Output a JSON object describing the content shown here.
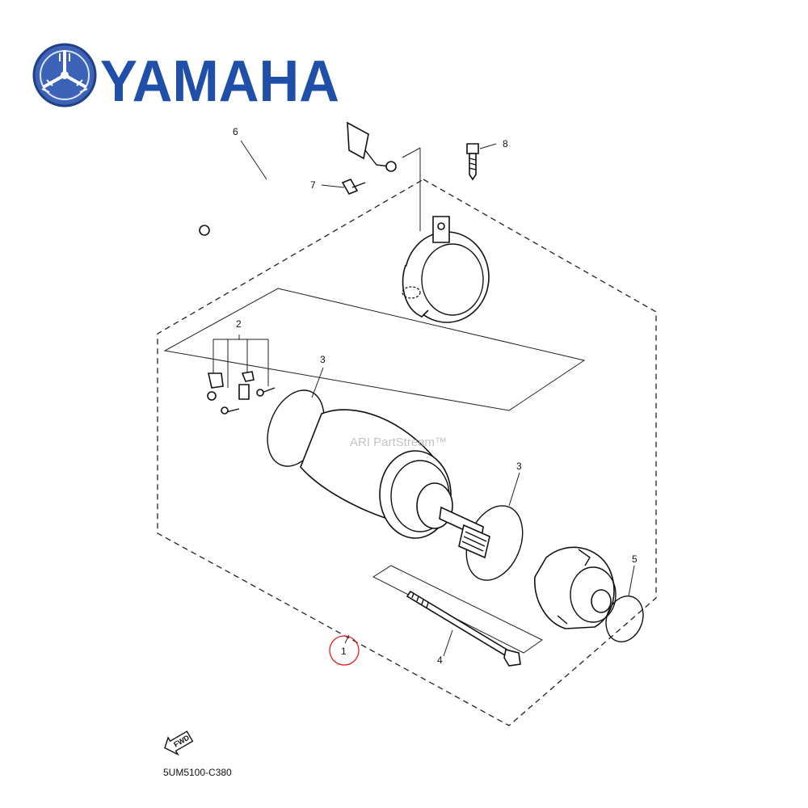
{
  "brand": {
    "name": "YAMAHA",
    "color": "#1f4fa8"
  },
  "watermark": "ARI PartStream™",
  "diagram_code": "5UM5100-C380",
  "fwd_label": "FWD",
  "highlight_color": "#e02020",
  "callouts": [
    {
      "id": "1",
      "label": "1",
      "highlighted": true
    },
    {
      "id": "2",
      "label": "2"
    },
    {
      "id": "3a",
      "label": "3"
    },
    {
      "id": "3b",
      "label": "3"
    },
    {
      "id": "4",
      "label": "4"
    },
    {
      "id": "5",
      "label": "5"
    },
    {
      "id": "6",
      "label": "6"
    },
    {
      "id": "7",
      "label": "7"
    },
    {
      "id": "8",
      "label": "8"
    }
  ]
}
